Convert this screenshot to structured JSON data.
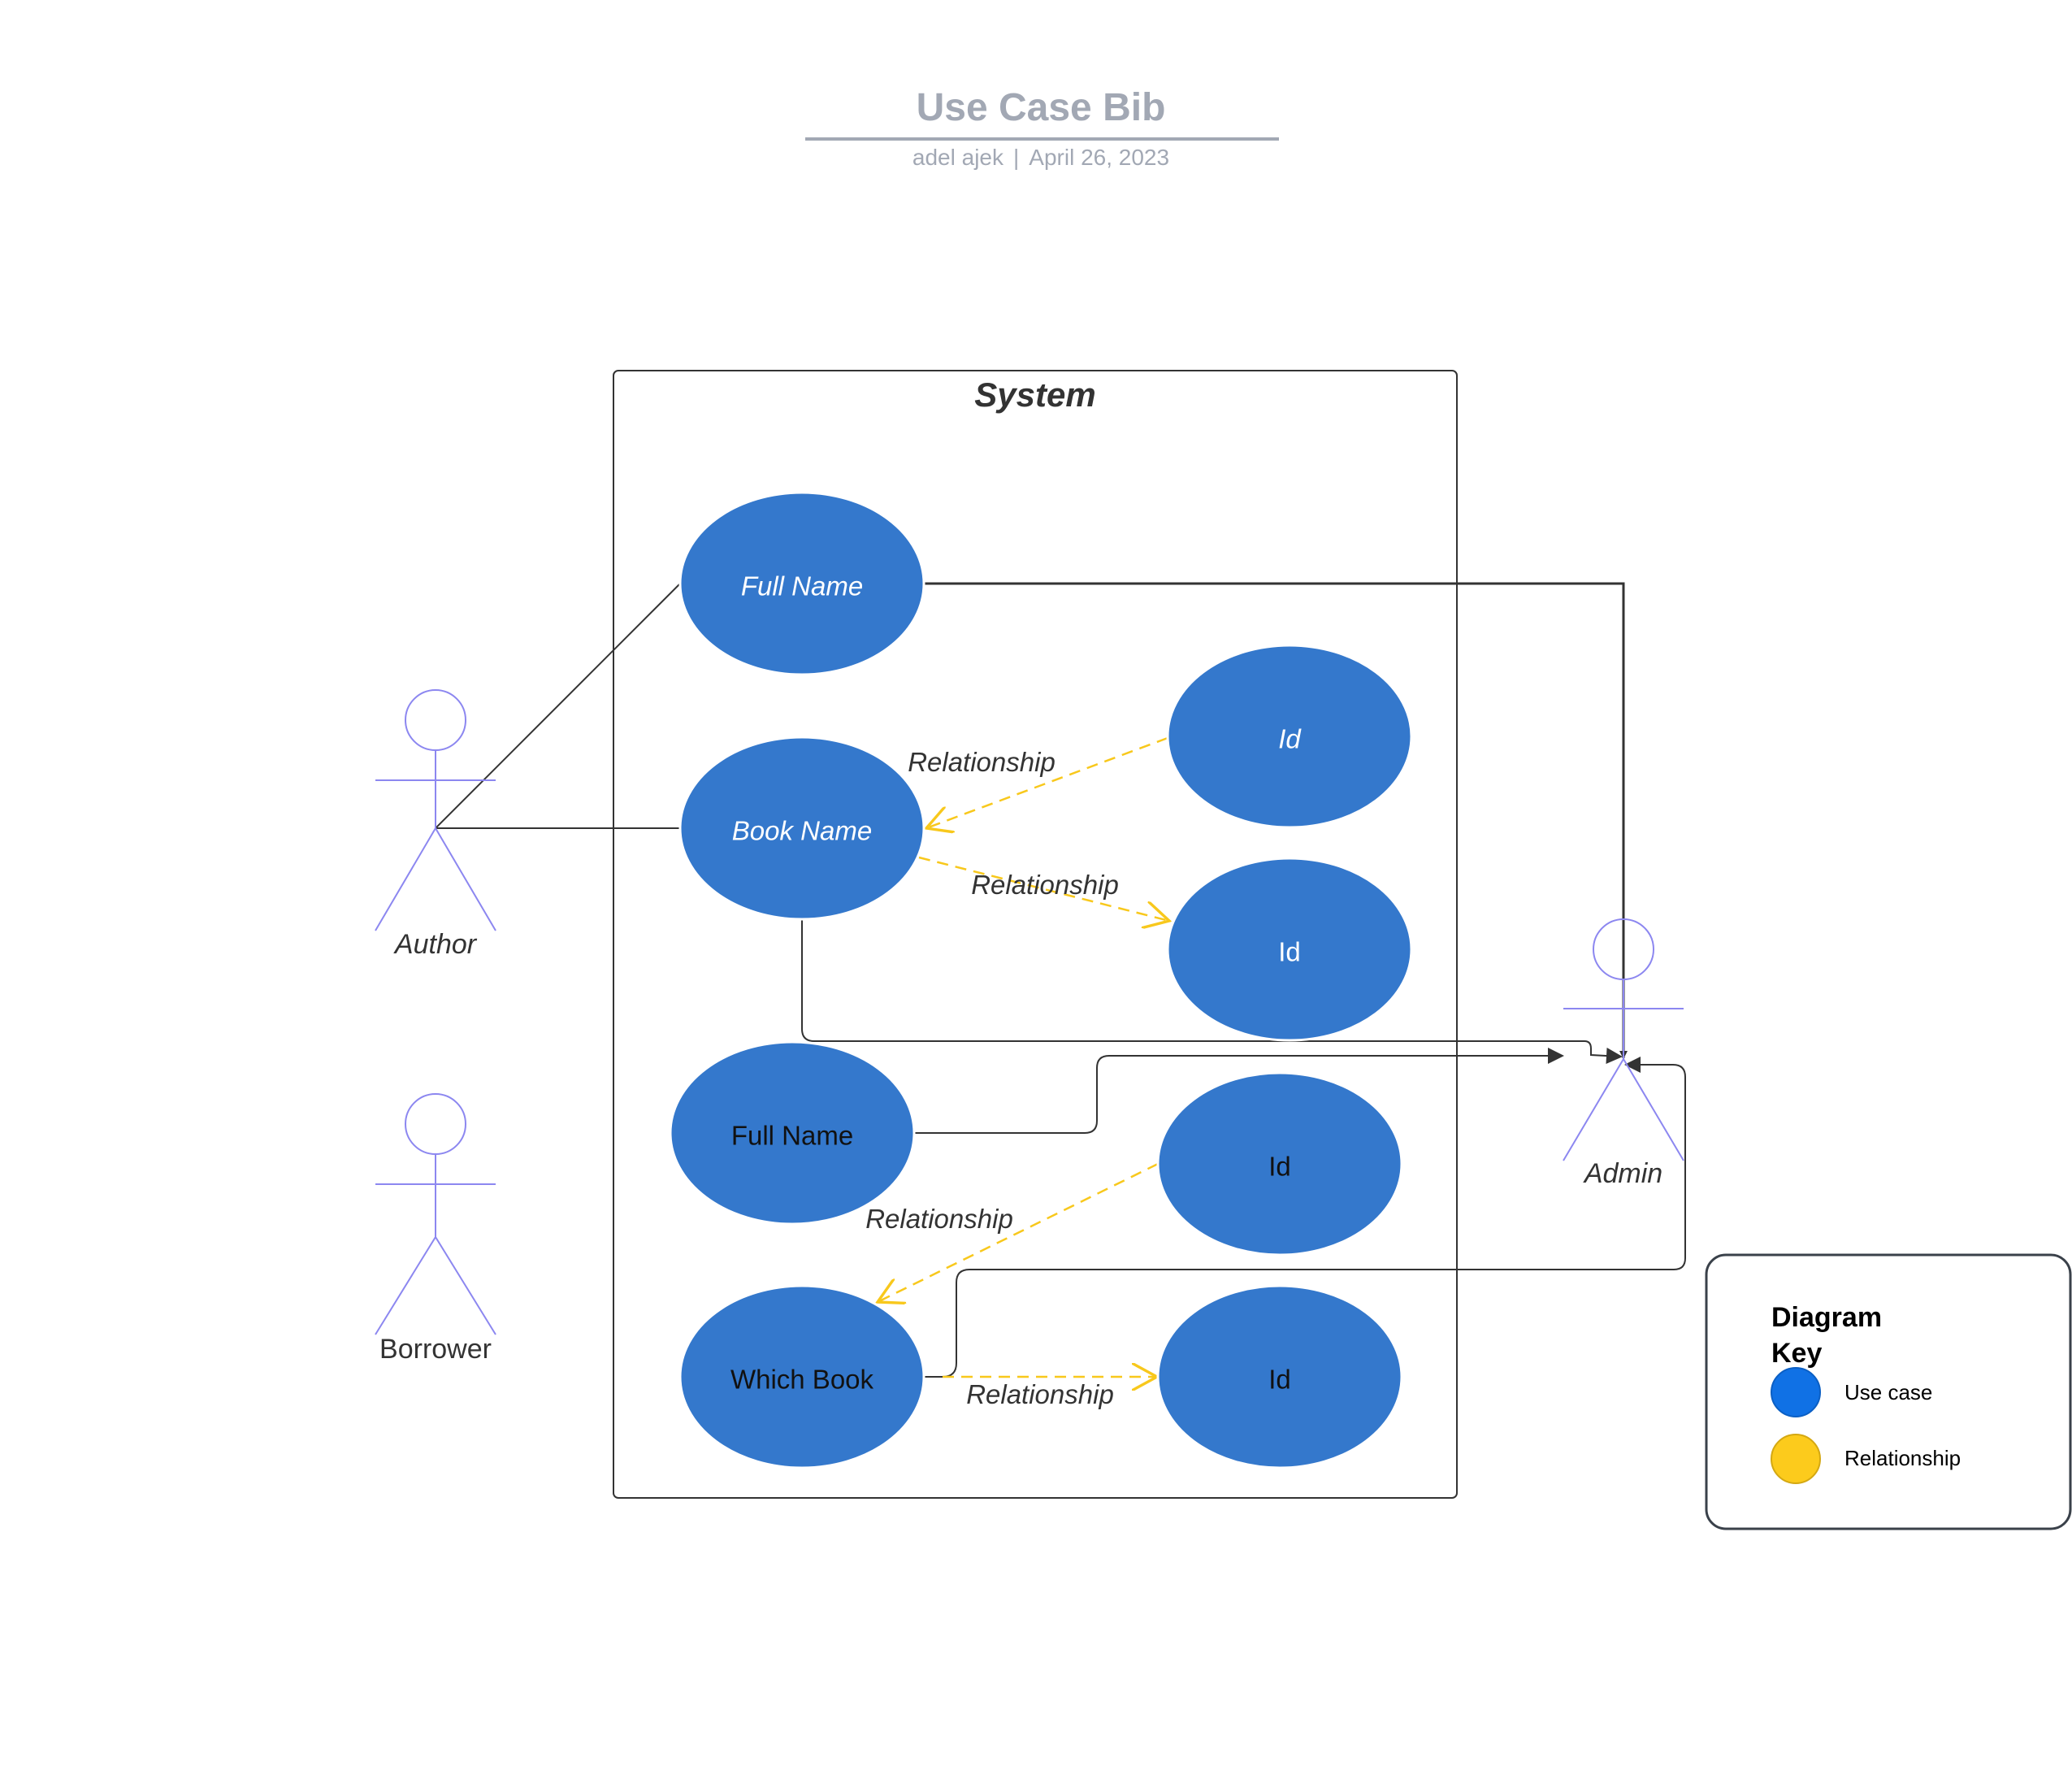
{
  "header": {
    "title": "Use Case Bib",
    "author": "adel ajek",
    "separator": "|",
    "date": "April 26, 2023"
  },
  "system": {
    "title": "System"
  },
  "actors": {
    "author": "Author",
    "borrower": "Borrower",
    "admin": "Admin"
  },
  "use_cases": {
    "full_name_top": "Full Name",
    "book_name": "Book Name",
    "id_top": "Id",
    "id_second": "Id",
    "full_name_bottom": "Full Name",
    "id_third": "Id",
    "which_book": "Which Book",
    "id_bottom": "Id"
  },
  "relationships": {
    "rel1": "Relationship",
    "rel2": "Relationship",
    "rel3": "Relationship",
    "rel4": "Relationship"
  },
  "legend": {
    "title_line1": "Diagram",
    "title_line2": "Key",
    "use_case": "Use case",
    "relationship": "Relationship"
  },
  "colors": {
    "use_case_fill": "#3478cc",
    "key_use_case": "#1071e5",
    "key_relationship": "#fccb1c",
    "relationship_line": "#f8c81c",
    "actor_stroke": "#8c87f0",
    "title_text": "#a2a8b4",
    "line": "#333333"
  }
}
